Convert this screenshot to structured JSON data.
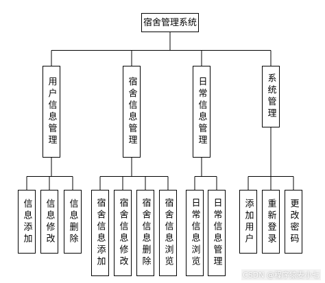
{
  "root": {
    "label": "宿舍管理系统"
  },
  "modules": [
    {
      "label": "用户信息管理",
      "children": [
        "信息添加",
        "信息修改",
        "信息删除"
      ]
    },
    {
      "label": "宿舍信息管理",
      "children": [
        "宿舍信息添加",
        "宿舍信息修改",
        "宿舍信息删除",
        "宿舍信息浏览"
      ]
    },
    {
      "label": "日常信息管理",
      "children": [
        "日常信息浏览",
        "日常信息管理"
      ]
    },
    {
      "label": "系统管理",
      "children": [
        "添加用户",
        "重新登录",
        "更改密码"
      ]
    }
  ],
  "watermark": "CSDN @程序猿麦小七"
}
